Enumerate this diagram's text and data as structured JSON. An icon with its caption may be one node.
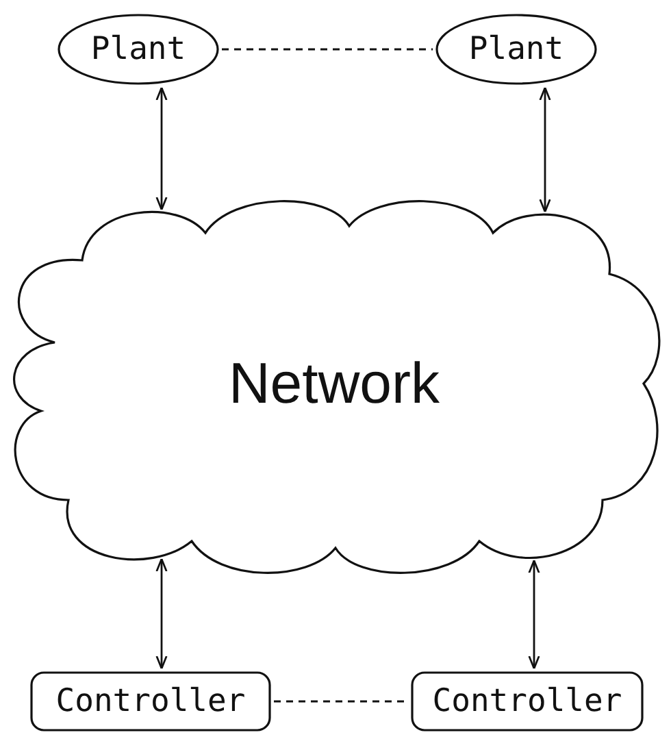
{
  "diagram": {
    "nodes": [
      {
        "text": [
          "Plant"
        ]
      },
      {
        "text": [
          "Plant"
        ]
      },
      {
        "text": [
          "Network"
        ]
      },
      {
        "text": [
          "Controller"
        ]
      },
      {
        "text": [
          "Controller"
        ]
      }
    ],
    "edges": [
      {
        "from": 0,
        "to": 1,
        "arrow": "none",
        "style": "dashed"
      },
      {
        "from": 0,
        "to": 2,
        "arrow": "both"
      },
      {
        "from": 1,
        "to": 2,
        "arrow": "both"
      },
      {
        "from": 2,
        "to": 3,
        "arrow": "both"
      },
      {
        "from": 2,
        "to": 4,
        "arrow": "both"
      },
      {
        "from": 3,
        "to": 4,
        "arrow": "none",
        "style": "dashed"
      }
    ]
  }
}
